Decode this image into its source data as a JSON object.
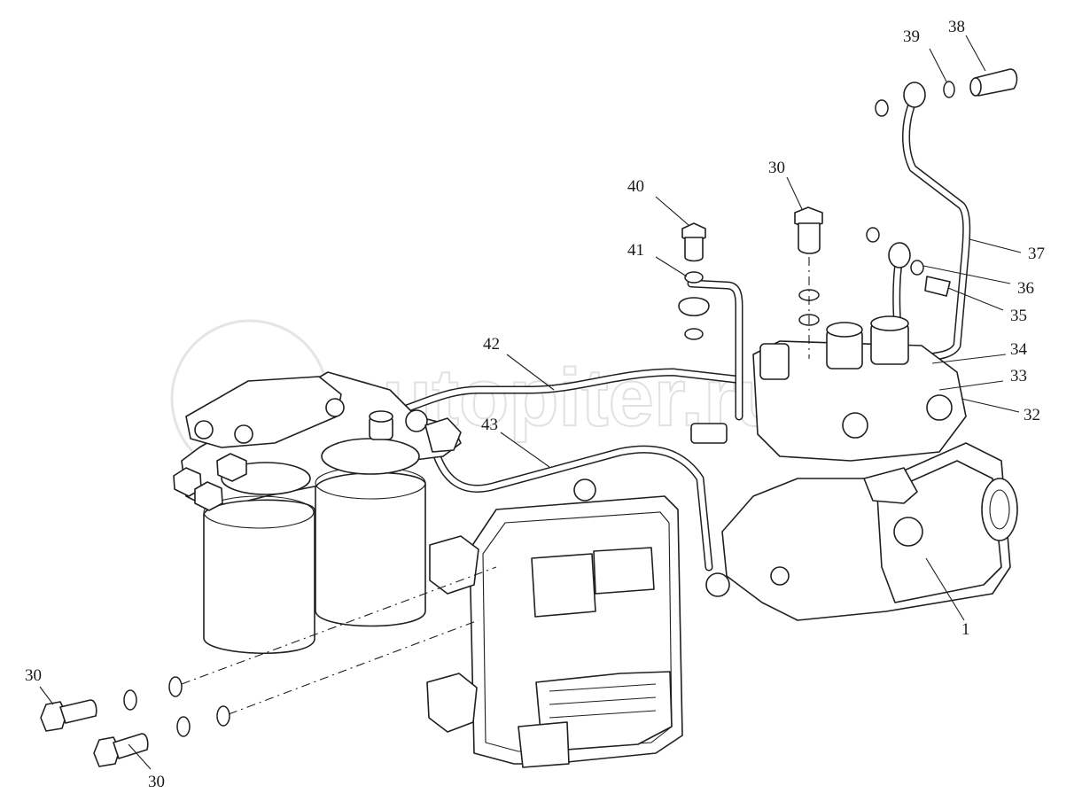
{
  "watermark": "autopiter.ru",
  "callouts": {
    "c30_top": "30",
    "c40": "40",
    "c41": "41",
    "c42": "42",
    "c43": "43",
    "c39": "39",
    "c38": "38",
    "c37": "37",
    "c36": "36",
    "c35": "35",
    "c34": "34",
    "c33": "33",
    "c32": "32",
    "c1": "1",
    "c30_left": "30",
    "c30_bottom": "30"
  }
}
